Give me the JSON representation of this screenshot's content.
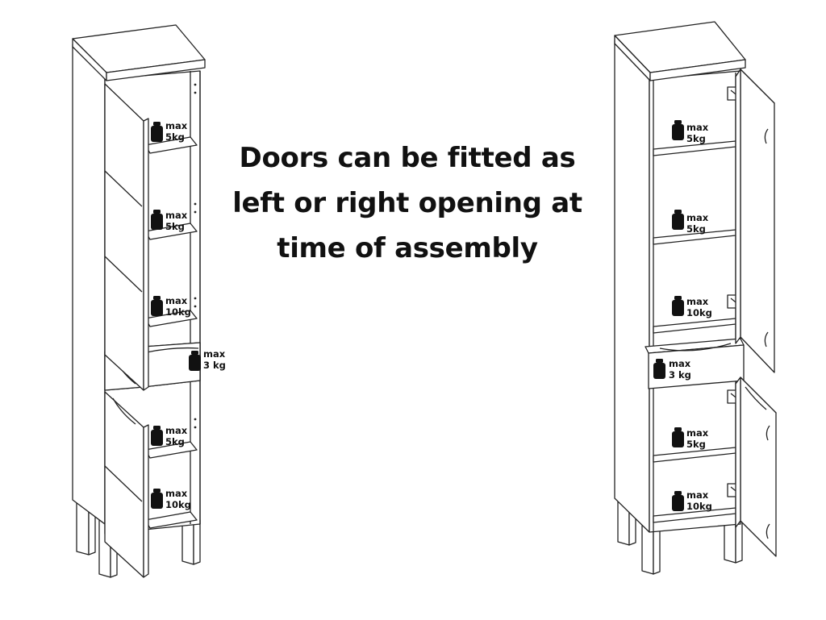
{
  "headline": {
    "lines": [
      "Doors can be fitted as",
      "left or right opening at",
      "time of assembly"
    ]
  },
  "left_cabinet": {
    "labels": [
      {
        "word": "max",
        "value": "5kg"
      },
      {
        "word": "max",
        "value": "5kg"
      },
      {
        "word": "max",
        "value": "10kg"
      },
      {
        "word": "max",
        "value": "3 kg"
      },
      {
        "word": "max",
        "value": "5kg"
      },
      {
        "word": "max",
        "value": "10kg"
      }
    ]
  },
  "right_cabinet": {
    "labels": [
      {
        "word": "max",
        "value": "5kg"
      },
      {
        "word": "max",
        "value": "5kg"
      },
      {
        "word": "max",
        "value": "10kg"
      },
      {
        "word": "max",
        "value": "3 kg"
      },
      {
        "word": "max",
        "value": "5kg"
      },
      {
        "word": "max",
        "value": "10kg"
      }
    ]
  }
}
